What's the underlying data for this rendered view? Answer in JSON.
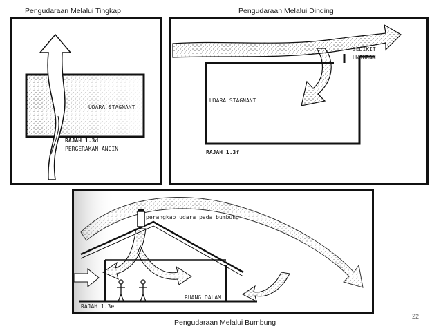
{
  "captions": {
    "top_left": "Pengudaraan Melalui Tingkap",
    "top_right": "Pengudaraan Melalui Dinding",
    "bottom": "Pengudaraan Melalui Bumbung"
  },
  "panel_window": {
    "room_label": "UDARA STAGNANT",
    "figure_label": "RAJAH 1.3d",
    "figure_caption": "PERGERAKAN ANGIN"
  },
  "panel_wall": {
    "room_label": "UDARA STAGNANT",
    "figure_label": "RAJAH 1.3f",
    "note_line1": "SEDIKIT",
    "note_line2": "UNJURAN"
  },
  "panel_roof": {
    "catcher_label": "perangkap udara pada bumbung",
    "room_label": "RUANG DALAM",
    "figure_label": "RAJAH 1.3e"
  },
  "page_number": "22"
}
